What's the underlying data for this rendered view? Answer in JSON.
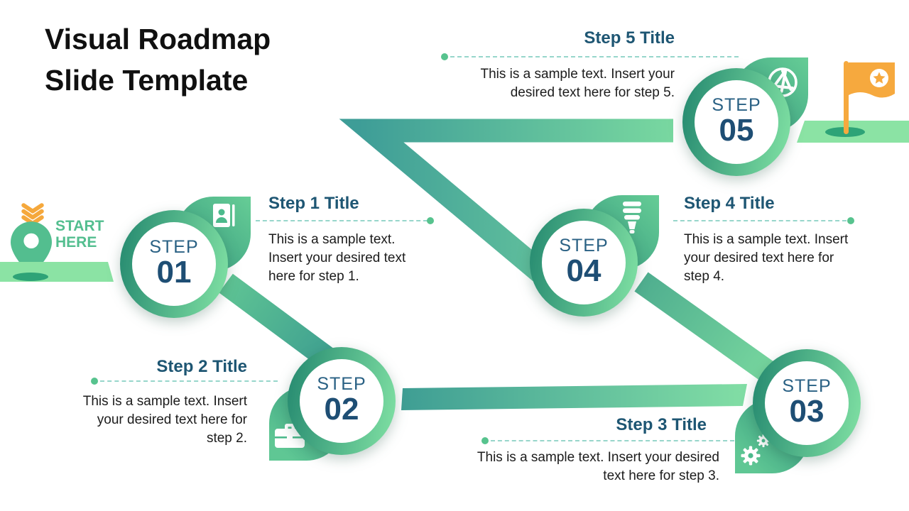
{
  "slide": {
    "title": "Visual Roadmap Slide Template"
  },
  "start": {
    "line1": "START",
    "line2": "HERE",
    "icons": [
      "chevrons-down-icon",
      "location-pin-icon"
    ]
  },
  "steps": [
    {
      "label": "STEP",
      "number": "01",
      "title": "Step 1 Title",
      "description": "This is a sample text. Insert your desired text here for step 1.",
      "icon": "contact-card-icon"
    },
    {
      "label": "STEP",
      "number": "02",
      "title": "Step 2 Title",
      "description": "This is a sample text. Insert your desired text here for step 2.",
      "icon": "briefcase-icon"
    },
    {
      "label": "STEP",
      "number": "03",
      "title": "Step 3 Title",
      "description": "This is a sample text. Insert your desired text here for step 3.",
      "icon": "gears-icon"
    },
    {
      "label": "STEP",
      "number": "04",
      "title": "Step 4 Title",
      "description": "This is a sample text. Insert your desired text here for step 4.",
      "icon": "cfl-bulb-icon"
    },
    {
      "label": "STEP",
      "number": "05",
      "title": "Step 5 Title",
      "description": "This is a sample text. Insert your desired text here for step 5.",
      "icon": "aperture-icon"
    }
  ],
  "finish": {
    "icon": "goal-flag-icon"
  },
  "colors": {
    "navy_text": "#1E4E74",
    "title_blue": "#1E5673",
    "green": "#53BE8F",
    "teal_gradient_start": "#3E9D97",
    "green_gradient_end": "#79D8A0",
    "light_green_band": "#8BE3A4",
    "hole_green": "#2EA377",
    "orange": "#F6A93E",
    "dash_teal": "#97D6CB"
  }
}
